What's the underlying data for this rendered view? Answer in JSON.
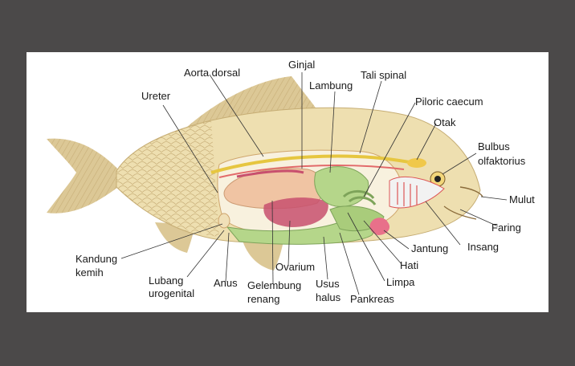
{
  "labels": {
    "aorta_dorsal": "Aorta dorsal",
    "ginjal": "Ginjal",
    "lambung": "Lambung",
    "tali_spinal": "Tali spinal",
    "ureter": "Ureter",
    "piloric_caecum": "Piloric caecum",
    "otak": "Otak",
    "bulbus_1": "Bulbus",
    "bulbus_2": "olfaktorius",
    "mulut": "Mulut",
    "faring": "Faring",
    "insang": "Insang",
    "jantung": "Jantung",
    "hati": "Hati",
    "limpa": "Limpa",
    "kandung_1": "Kandung",
    "kandung_2": "kemih",
    "lubang_1": "Lubang",
    "lubang_2": "urogenital",
    "anus": "Anus",
    "ovarium": "Ovarium",
    "gelembung_1": "Gelembung",
    "gelembung_2": "renang",
    "usus_1": "Usus",
    "usus_2": "halus",
    "pankreas": "Pankreas"
  },
  "colors": {
    "background": "#4b4949",
    "panel": "#ffffff",
    "body": "#eedfb0",
    "fin": "#d7c48c",
    "fin_stripe": "#b99c63",
    "green_organ": "#b5d68a",
    "swim_bladder": "#f0c4a3",
    "ovary": "#c8506e",
    "heart": "#e8708a",
    "gill": "#f2f2f2",
    "spinal": "#e6c640"
  }
}
